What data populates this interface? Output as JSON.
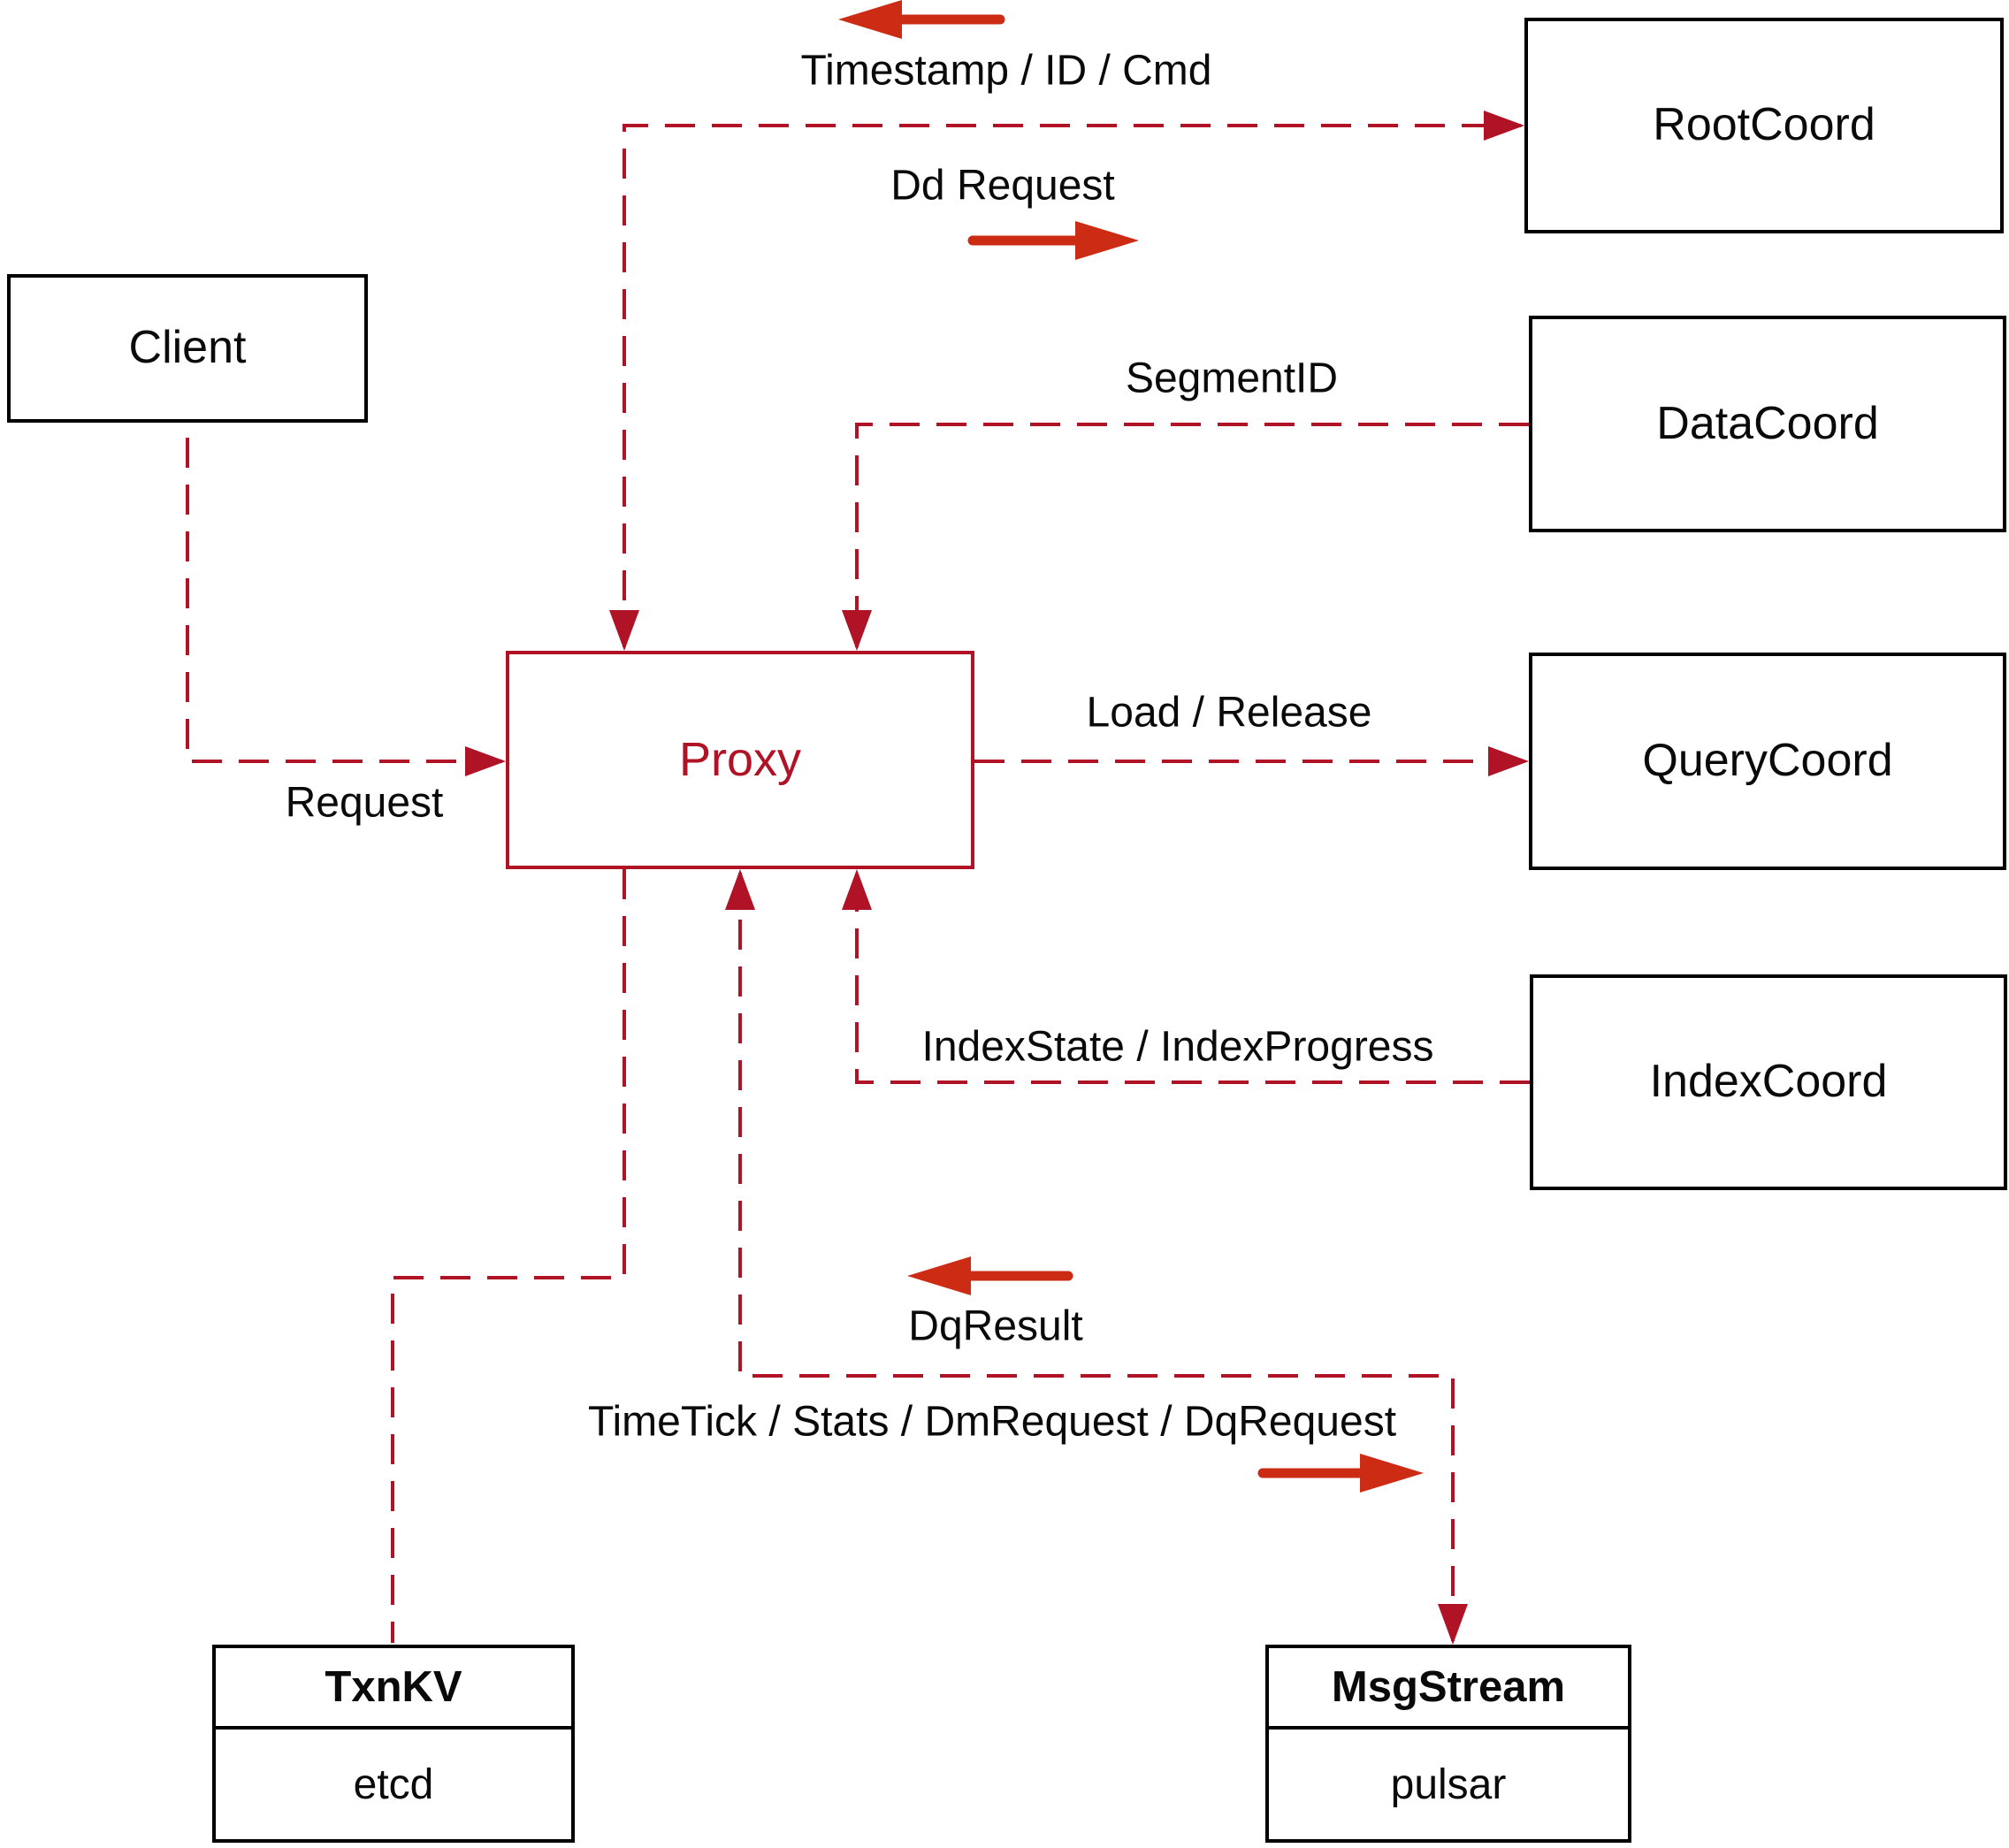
{
  "nodes": {
    "client": {
      "label": "Client"
    },
    "root_coord": {
      "label": "RootCoord"
    },
    "data_coord": {
      "label": "DataCoord"
    },
    "query_coord": {
      "label": "QueryCoord"
    },
    "index_coord": {
      "label": "IndexCoord"
    },
    "proxy": {
      "label": "Proxy"
    },
    "txn_kv": {
      "title": "TxnKV",
      "impl": "etcd"
    },
    "msg_stream": {
      "title": "MsgStream",
      "impl": "pulsar"
    }
  },
  "edge_labels": {
    "timestamp_id_cmd": "Timestamp / ID / Cmd",
    "dd_request": "Dd Request",
    "segment_id": "SegmentID",
    "request": "Request",
    "load_release": "Load / Release",
    "index_state_progress": "IndexState / IndexProgress",
    "dq_result": "DqResult",
    "timetick_stats": "TimeTick / Stats / DmRequest / DqRequest"
  },
  "colors": {
    "dashed_line": "#b01226",
    "solid_arrow": "#cc2b14",
    "box_border": "#000000",
    "text": "#0a0a0a",
    "proxy_accent": "#b01226",
    "background": "#ffffff"
  }
}
